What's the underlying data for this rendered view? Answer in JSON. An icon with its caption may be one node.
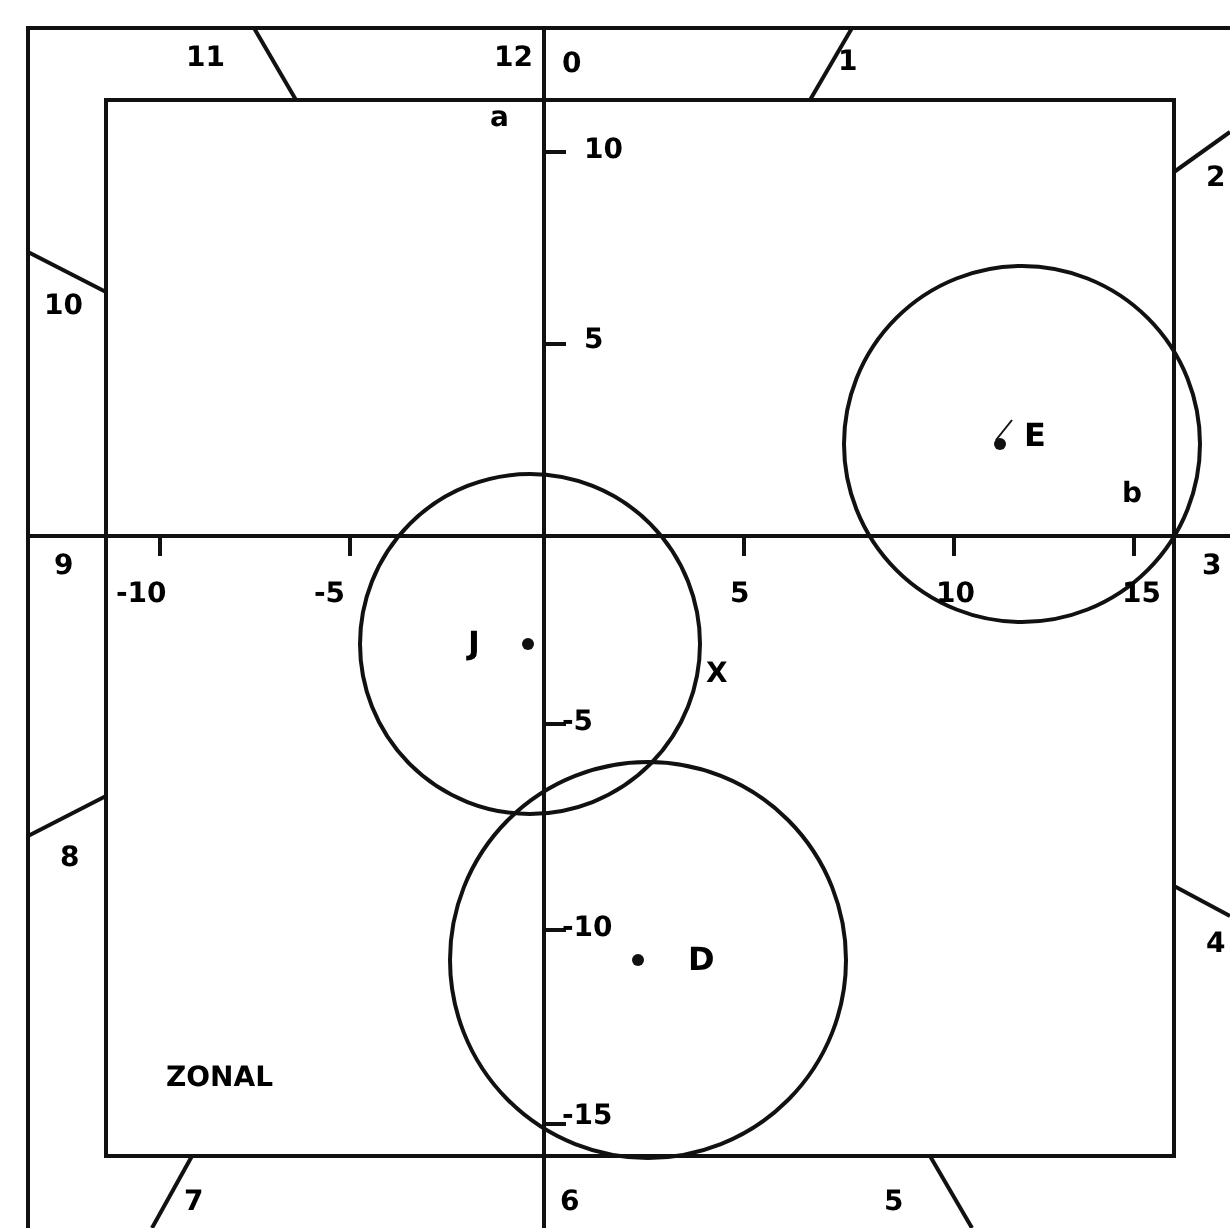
{
  "diagram": {
    "nodes": [
      {
        "text": [
          "E"
        ]
      },
      {
        "text": [
          "J"
        ]
      },
      {
        "text": [
          "D"
        ]
      }
    ],
    "labels": [
      "11",
      "12",
      "0",
      "1",
      "a",
      "10",
      "2",
      "10",
      "5",
      "b",
      "9",
      "3",
      "-10",
      "-5",
      "5",
      "10",
      "15",
      "X",
      "-5",
      "8",
      "-10",
      "4",
      "ZONAL",
      "-15",
      "7",
      "6",
      "5"
    ]
  }
}
